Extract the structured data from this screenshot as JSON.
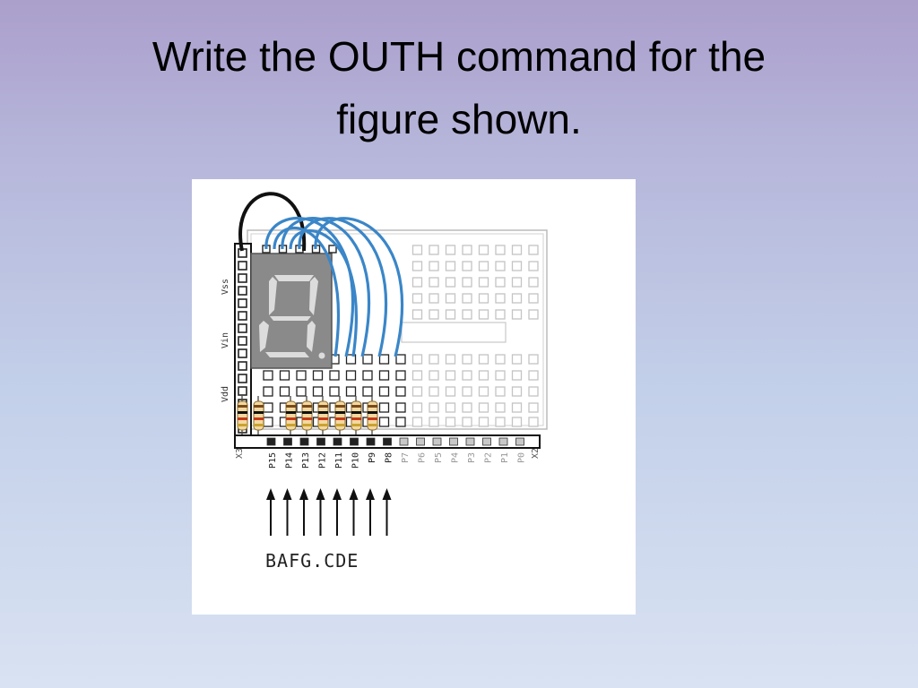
{
  "slide": {
    "title": "Write the OUTH command for the\nfigure shown."
  },
  "figure": {
    "power_labels": [
      "Vss",
      "Vin",
      "Vdd"
    ],
    "corner_labels": [
      "X3",
      "X2"
    ],
    "pin_labels": [
      "P15",
      "P14",
      "P13",
      "P12",
      "P11",
      "P10",
      "P9",
      "P8",
      "P7",
      "P6",
      "P5",
      "P4",
      "P3",
      "P2",
      "P1",
      "P0"
    ],
    "segment_caption": "BAFG.CDE",
    "colors": {
      "wire_blue": "#3a86c8",
      "wire_black": "#111111",
      "display_body": "#8a8a8a",
      "segment": "#dcdcdc",
      "board_line": "#bbbbbb",
      "connected_pin": "#222222",
      "unused_pin": "#c8c8c8"
    },
    "connected_pins": [
      "P15",
      "P14",
      "P13",
      "P12",
      "P11",
      "P10",
      "P9",
      "P8"
    ]
  }
}
